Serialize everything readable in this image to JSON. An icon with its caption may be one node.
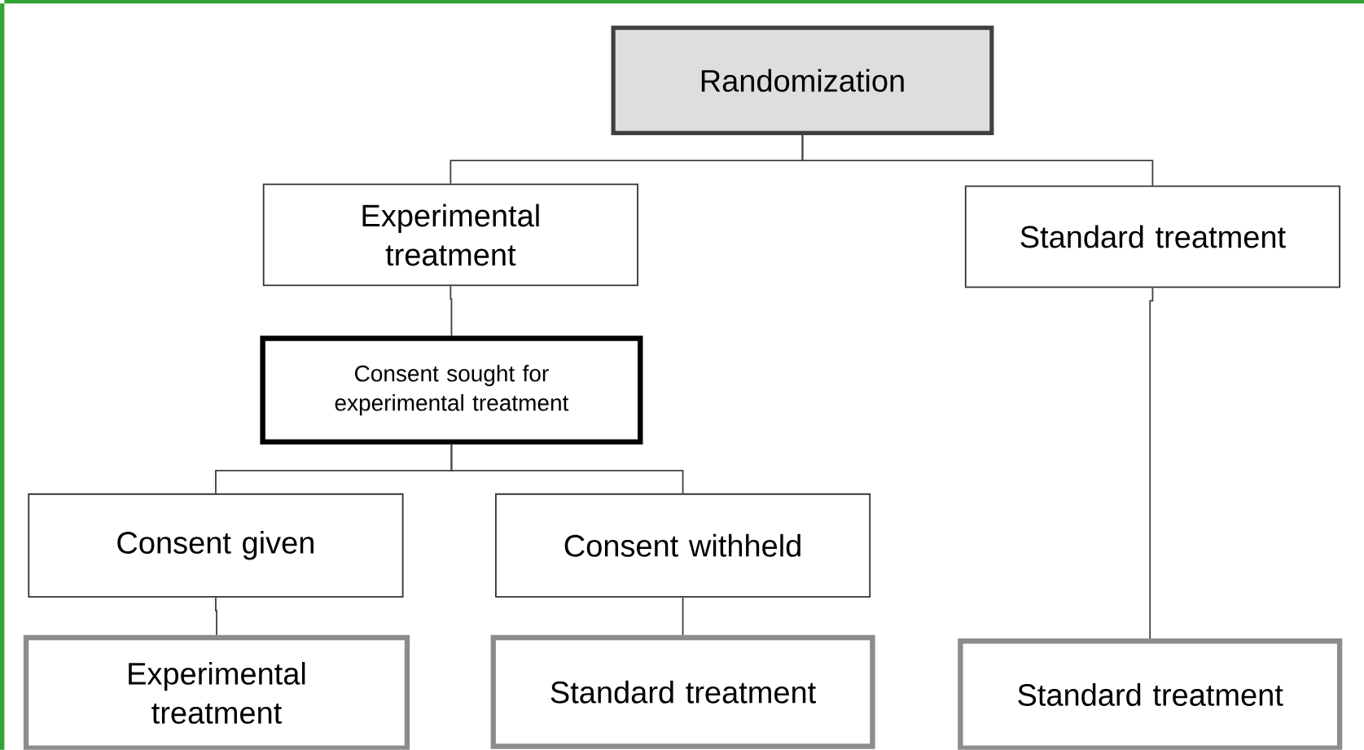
{
  "diagram": {
    "nodes": [
      {
        "text": [
          "Randomization"
        ]
      },
      {
        "text": [
          "Experimental treatment"
        ]
      },
      {
        "text": [
          "Standard treatment"
        ]
      },
      {
        "text": [
          "Consent sought for experimental treatment"
        ]
      },
      {
        "text": [
          "Consent given"
        ]
      },
      {
        "text": [
          "Consent withheld"
        ]
      },
      {
        "text": [
          "Experimental treatment"
        ]
      },
      {
        "text": [
          "Standard treatment"
        ]
      },
      {
        "text": [
          "Standard treatment"
        ]
      }
    ],
    "edges": [
      {
        "from": 0,
        "to": 1,
        "arrow": "none"
      },
      {
        "from": 0,
        "to": 2,
        "arrow": "none"
      },
      {
        "from": 1,
        "to": 3,
        "arrow": "none"
      },
      {
        "from": 3,
        "to": 4,
        "arrow": "none"
      },
      {
        "from": 3,
        "to": 5,
        "arrow": "none"
      },
      {
        "from": 4,
        "to": 6,
        "arrow": "none"
      },
      {
        "from": 5,
        "to": 7,
        "arrow": "none"
      },
      {
        "from": 2,
        "to": 8,
        "arrow": "none"
      }
    ]
  }
}
